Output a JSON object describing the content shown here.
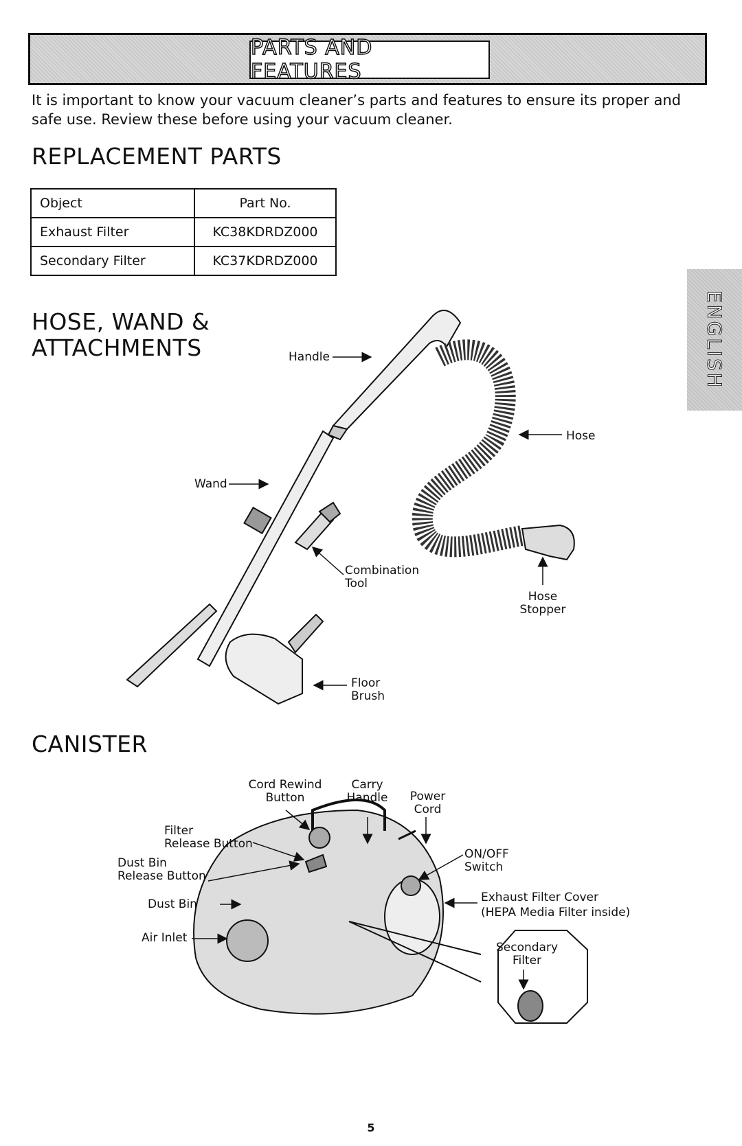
{
  "header": {
    "title": "PARTS AND FEATURES"
  },
  "intro": "It is important to know your vacuum cleaner’s parts and features to ensure its proper and safe use. Review these before using your vacuum cleaner.",
  "replacement": {
    "heading": "REPLACEMENT PARTS",
    "columns": [
      "Object",
      "Part No."
    ],
    "rows": [
      [
        "Exhaust Filter",
        "KC38KDRDZ000"
      ],
      [
        "Secondary Filter",
        "KC37KDRDZ000"
      ]
    ]
  },
  "side_tab": "ENGLISH",
  "hose_section": {
    "heading_line1": "HOSE, WAND &",
    "heading_line2": "ATTACHMENTS",
    "labels": {
      "handle": "Handle",
      "hose": "Hose",
      "wand": "Wand",
      "combination_tool_1": "Combination",
      "combination_tool_2": "Tool",
      "hose_stopper_1": "Hose",
      "hose_stopper_2": "Stopper",
      "floor_brush_1": "Floor",
      "floor_brush_2": "Brush"
    }
  },
  "canister": {
    "heading": "CANISTER",
    "labels": {
      "cord_rewind_1": "Cord Rewind",
      "cord_rewind_2": "Button",
      "carry_handle_1": "Carry",
      "carry_handle_2": "Handle",
      "power_cord_1": "Power",
      "power_cord_2": "Cord",
      "filter_release_1": "Filter",
      "filter_release_2": "Release Button",
      "dust_bin_release_1": "Dust Bin",
      "dust_bin_release_2": "Release Button",
      "on_off_1": "ON/OFF",
      "on_off_2": "Switch",
      "dust_bin": "Dust Bin",
      "exhaust_cover_1": "Exhaust Filter Cover",
      "exhaust_cover_2": "(HEPA Media Filter inside)",
      "air_inlet": "Air Inlet",
      "secondary_filter_1": "Secondary",
      "secondary_filter_2": "Filter"
    }
  },
  "page_number": "5"
}
